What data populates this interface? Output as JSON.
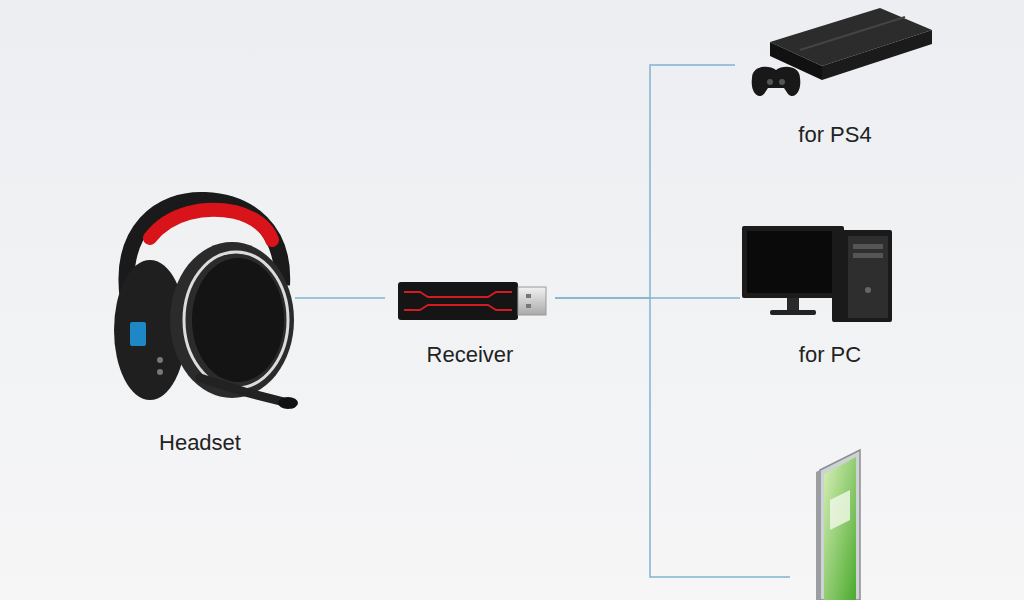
{
  "diagram": {
    "nodes": [
      {
        "text": [
          "Headset"
        ]
      },
      {
        "text": [
          "Receiver"
        ]
      },
      {
        "text": [
          "for PS4"
        ]
      },
      {
        "text": [
          "for PC"
        ]
      }
    ],
    "edges": [
      {
        "from": 0,
        "to": 1,
        "arrow": "none"
      },
      {
        "from": 1,
        "to": 2,
        "arrow": "none"
      },
      {
        "from": 1,
        "to": 3,
        "arrow": "none"
      }
    ]
  }
}
